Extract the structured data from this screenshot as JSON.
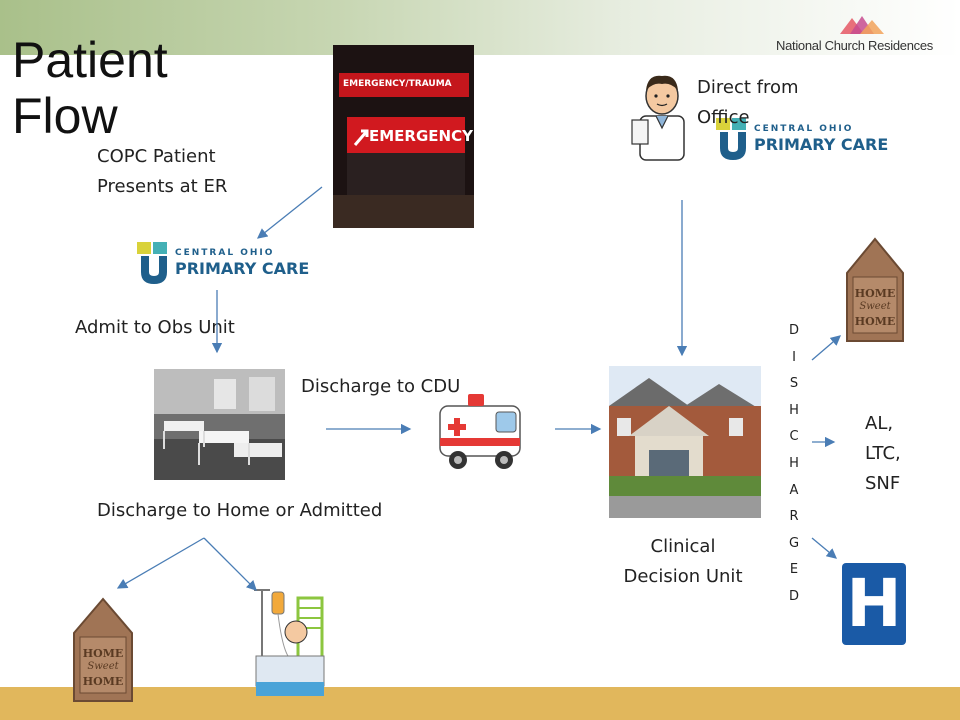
{
  "slide": {
    "title_lines": [
      "Patient",
      "Flow"
    ],
    "brand_name": "National Church Residences"
  },
  "labels": {
    "copc_presents": [
      "COPC Patient",
      "Presents at ER"
    ],
    "admit_obs": "Admit to Obs Unit",
    "discharge_cdu": "Discharge to CDU",
    "discharge_home": "Discharge to Home or Admitted",
    "direct_office": [
      "Direct from",
      "Office"
    ],
    "cdu": [
      "Clinical",
      "Decision Unit"
    ],
    "discharged_letters": [
      "D",
      "I",
      "S",
      "H",
      "C",
      "H",
      "A",
      "R",
      "G",
      "E",
      "D"
    ],
    "destinations": [
      "AL,",
      "LTC,",
      "SNF"
    ]
  },
  "logo_copc": {
    "line1": "CENTRAL OHIO",
    "line2": "PRIMARY CARE"
  },
  "emergency_sign": {
    "top": "EMERGENCY/TRAUMA",
    "main": "EMERGENCY"
  },
  "home_sign": {
    "line1": "HOME",
    "line2": "Sweet",
    "line3": "HOME"
  },
  "hospital_sign": {
    "letter": "H"
  },
  "colors": {
    "arrow": "#4a7db5",
    "copc_blue": "#1f5f8b",
    "copc_teal": "#44b0b5",
    "copc_yellow": "#d9d23a",
    "hospital_blue": "#1a5aa6",
    "bottom_bar": "#e1b75c"
  }
}
